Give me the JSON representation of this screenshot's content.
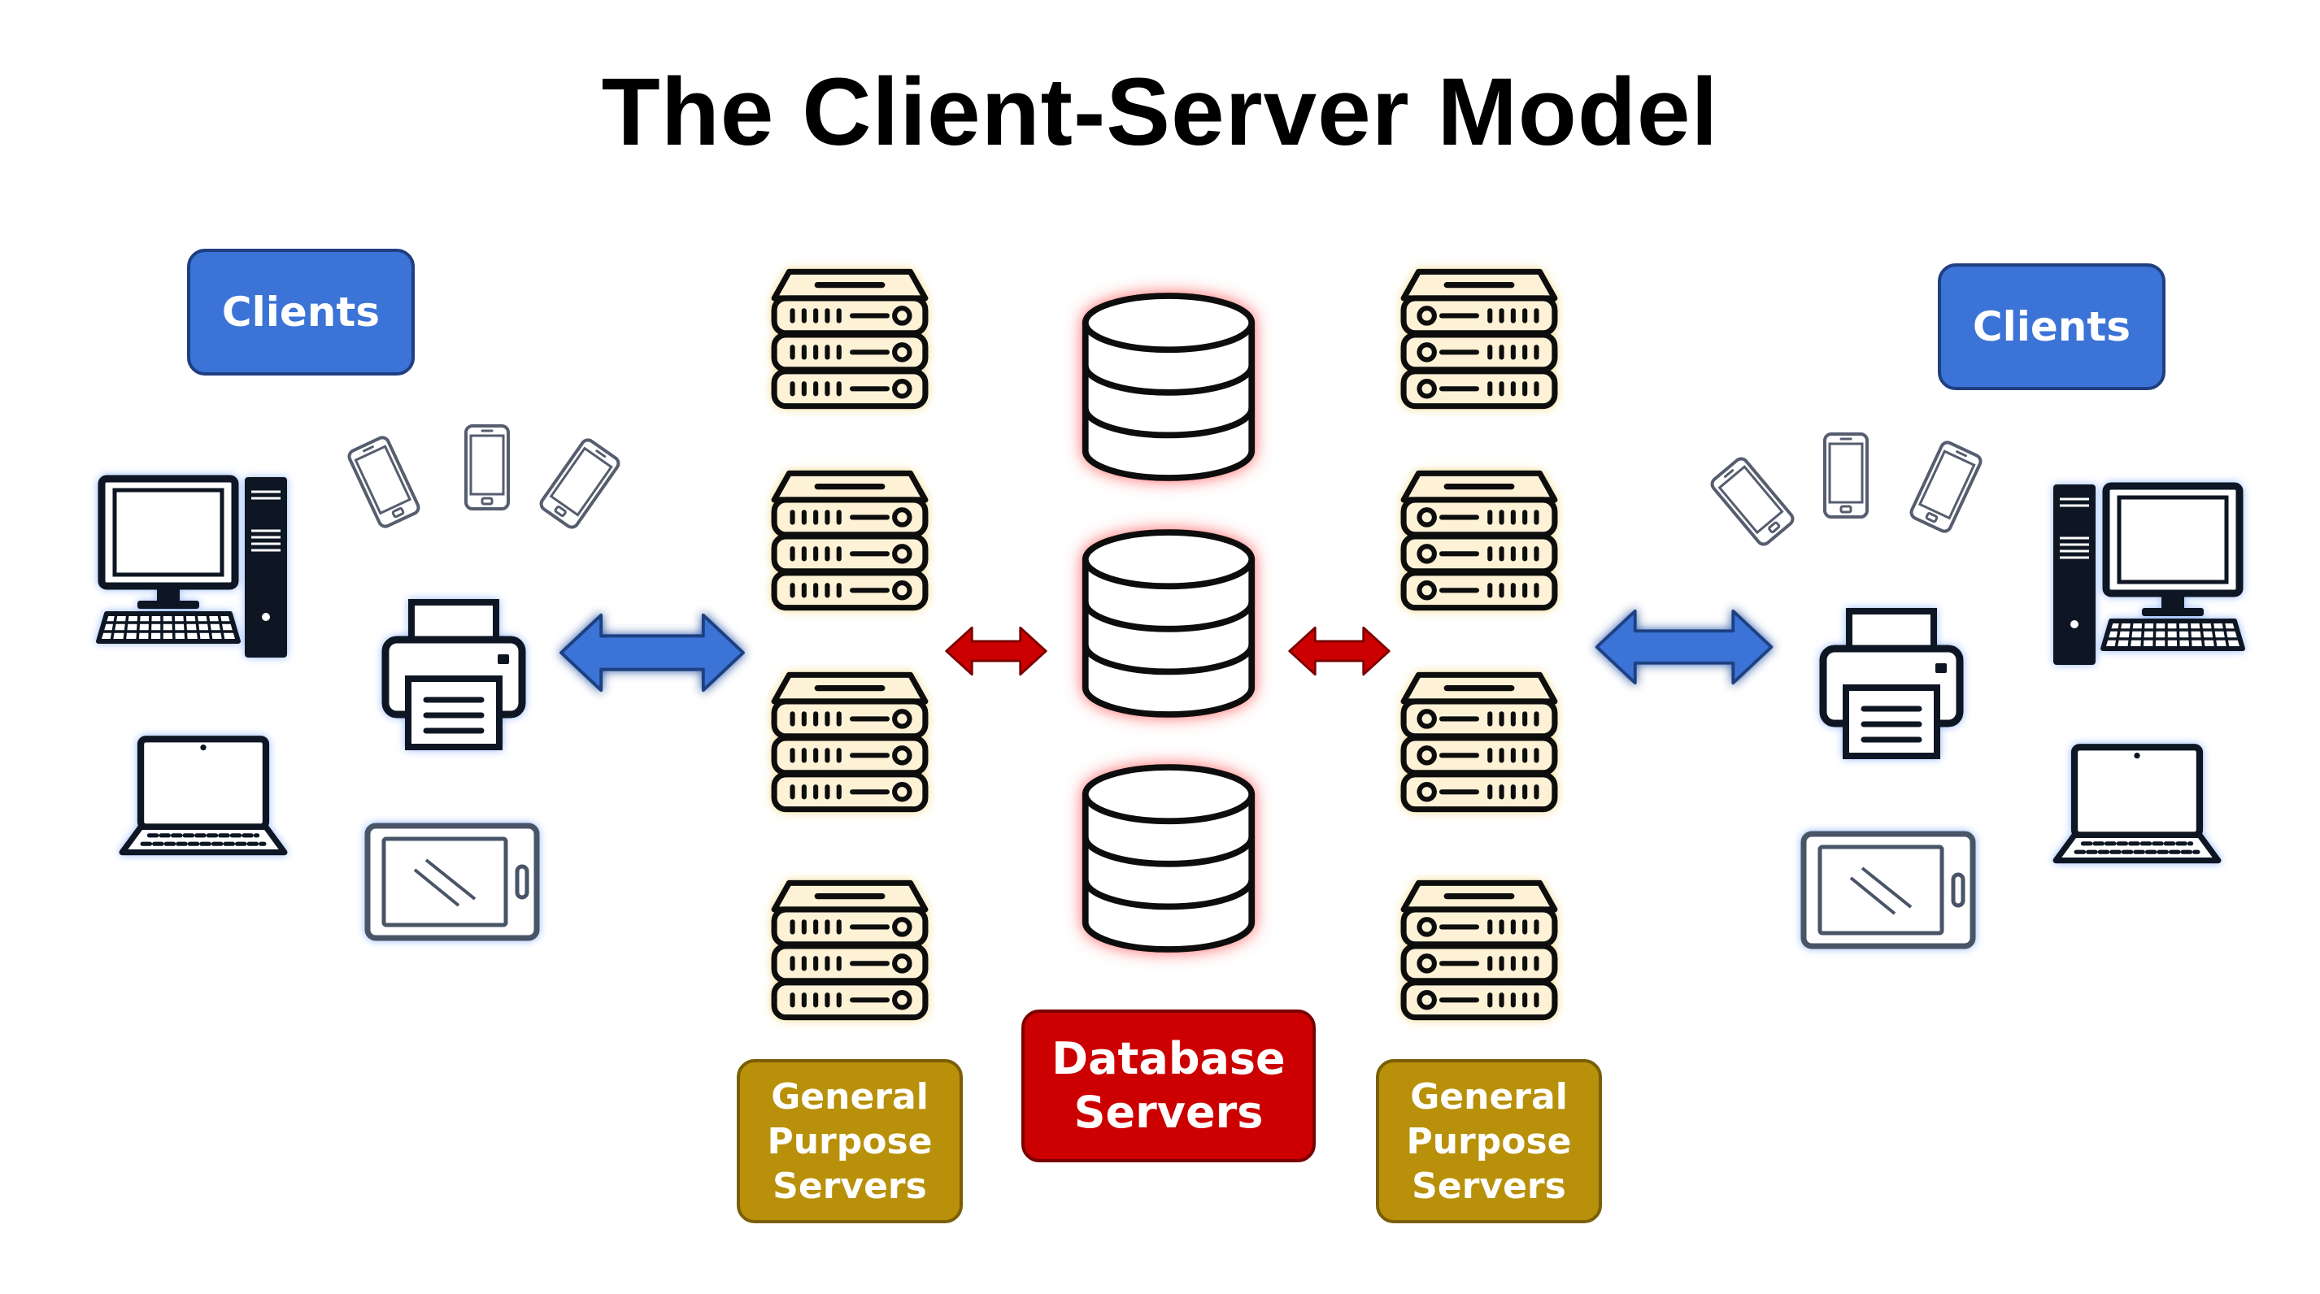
{
  "title": "The Client-Server Model",
  "labels": {
    "clients_left": "Clients",
    "clients_right": "Clients",
    "general_left": [
      "General",
      "Purpose",
      "Servers"
    ],
    "general_right": [
      "General",
      "Purpose",
      "Servers"
    ],
    "database": [
      "Database",
      "Servers"
    ]
  },
  "colors": {
    "client_label": "#3b73d6",
    "general_label": "#b8900a",
    "database_label": "#cc0000",
    "client_arrow": "#3b73d6",
    "db_arrow": "#cc0000",
    "server_fill": "#fdf2d6",
    "db_glow": "#ff6b6b",
    "client_glow": "#8fb4ff"
  },
  "icons": {
    "left_clients": [
      "desktop-computer-icon",
      "smartphone-icon",
      "printer-icon",
      "laptop-icon",
      "tablet-icon"
    ],
    "right_clients": [
      "desktop-computer-icon",
      "smartphone-icon",
      "printer-icon",
      "laptop-icon",
      "tablet-icon"
    ],
    "servers": "server-rack-icon",
    "database": "database-icon"
  }
}
